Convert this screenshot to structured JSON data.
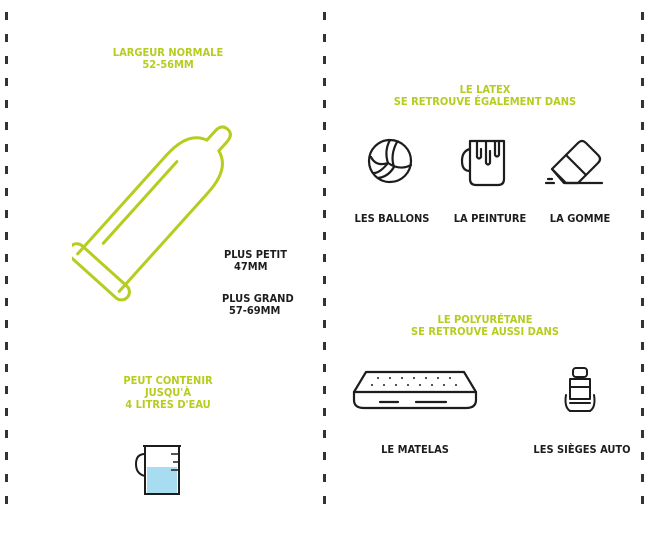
{
  "left": {
    "width_title": "LARGEUR NORMALE",
    "width_value": "52-56MM",
    "smaller_label": "PLUS PETIT",
    "smaller_value": "47MM",
    "larger_label": "PLUS GRAND",
    "larger_value": "57-69MM",
    "capacity_line1": "PEUT CONTENIR",
    "capacity_line2": "JUSQU'À",
    "capacity_line3": "4 LITRES D'EAU"
  },
  "latex": {
    "title_line1": "LE LATEX",
    "title_line2": "SE RETROUVE ÉGALEMENT DANS",
    "items": [
      {
        "label": "LES BALLONS",
        "icon": "volleyball-icon"
      },
      {
        "label": "LA PEINTURE",
        "icon": "paint-bucket-icon"
      },
      {
        "label": "LA GOMME",
        "icon": "eraser-icon"
      }
    ]
  },
  "polyurethane": {
    "title_line1": "LE POLYURÉTANE",
    "title_line2": "SE RETROUVE AUSSI DANS",
    "items": [
      {
        "label": "LE MATELAS",
        "icon": "mattress-icon"
      },
      {
        "label": "LES SIÈGES AUTO",
        "icon": "car-seat-icon"
      }
    ]
  },
  "colors": {
    "accent": "#b6cc1f",
    "text": "#1d1d1d",
    "water": "#a8dcf0"
  }
}
